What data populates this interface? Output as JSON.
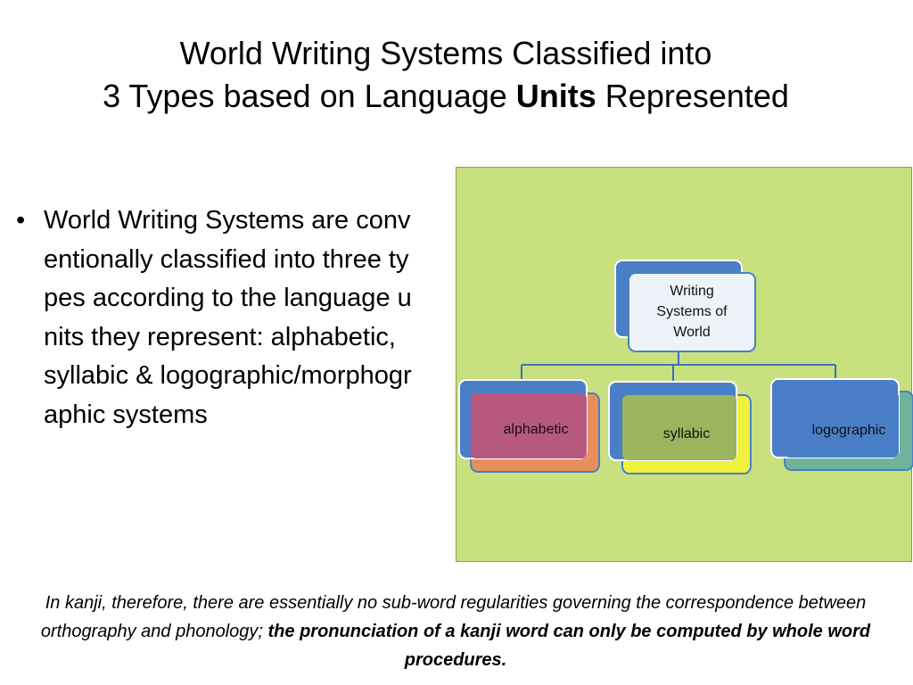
{
  "title": {
    "line1": "World Writing Systems Classified into",
    "line2_prefix": "3 Types based on Language ",
    "line2_bold": "Units",
    "line2_suffix": " Represented"
  },
  "bullet": {
    "marker": "•",
    "text": "World Writing Systems are conventionally classified into three types according to the language units they represent: alphabetic, syllabic & logographic/morphographic systems"
  },
  "diagram": {
    "root": {
      "label_line1": "Writing",
      "label_line2": "Systems of",
      "label_line3": "World"
    },
    "children": [
      {
        "label": "alphabetic",
        "front_color": "#b7597e",
        "back_color": "#e98f5a"
      },
      {
        "label": "syllabic",
        "front_color": "#9cb45e",
        "back_color": "#f0f13e"
      },
      {
        "label": "logographic",
        "front_color": "#4a7fc7",
        "back_color": "#6fb39a"
      }
    ],
    "colors": {
      "panel": "#c8e07e",
      "node_blue": "#4a7fc7",
      "connector": "#3d72b5"
    }
  },
  "footnote": {
    "italic_part": "In kanji, therefore, there are essentially no sub-word regularities governing the correspondence between orthography and phonology; ",
    "bold_part": "the pronunciation of a kanji word can only be computed by whole word procedures."
  }
}
